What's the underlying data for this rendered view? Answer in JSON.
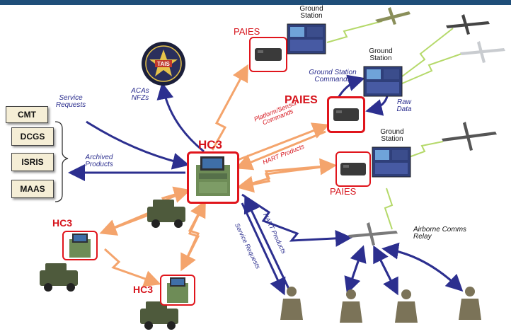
{
  "title": "HC3 PAIES network diagram",
  "systems": {
    "cmt": "CMT",
    "dcgs": "DCGS",
    "isris": "ISRIS",
    "maas": "MAAS"
  },
  "nodes": {
    "hc3_center": "HC3",
    "hc3_left": "HC3",
    "hc3_bottom": "HC3",
    "paies_top": "PAIES",
    "paies_center": "PAIES",
    "paies_lower": "PAIES",
    "ground_station_top": "Ground Station",
    "ground_station_mid": "Ground Station",
    "ground_station_lower": "Ground Station",
    "airborne_relay": "Airborne Comms Relay"
  },
  "links": {
    "service_requests_top": "Service Requests",
    "archived_products": "Archived Products",
    "acas_nfzs": "ACAs NFZs",
    "ground_station_commands": "Ground Station Commands",
    "raw_data": "Raw Data",
    "platform_sensor_commands": "Platform/Sensor Commands",
    "hart_products_upper": "HART Products",
    "hart_products_lower": "HART Products",
    "service_requests_lower": "Service Requests"
  },
  "colors": {
    "accent_red": "#e0151c",
    "link_blue": "#2c2f8f",
    "link_orange": "#f4a46c",
    "radio_green": "#b5d96a"
  },
  "icons": [
    "tais-seal-icon",
    "computer-terminal-icon",
    "radio-device-icon",
    "ground-station-icon",
    "uav-icon",
    "humvee-icon",
    "soldier-icon"
  ]
}
